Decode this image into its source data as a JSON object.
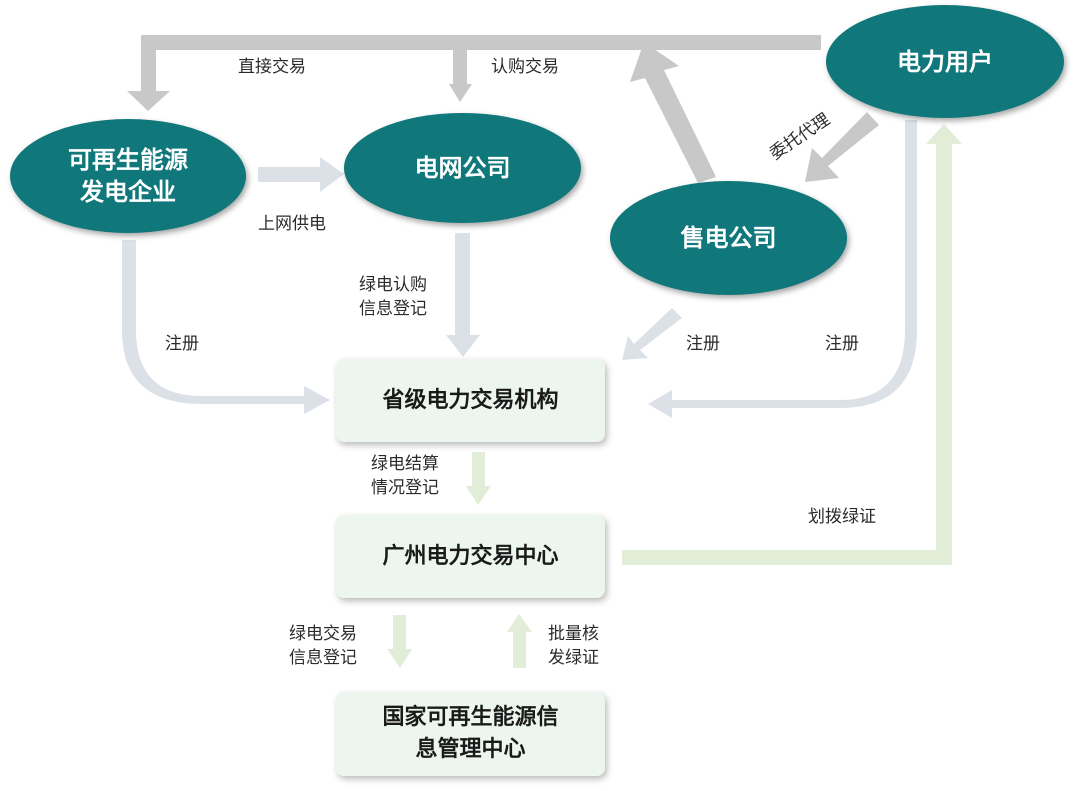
{
  "nodes": {
    "renewable_gen": "可再生能源\n发电企业",
    "grid_company": "电网公司",
    "power_user": "电力用户",
    "retail_company": "售电公司",
    "provincial_exchange": "省级电力交易机构",
    "guangzhou_center": "广州电力交易中心",
    "national_center": "国家可再生能源信\n息管理中心"
  },
  "edge_labels": {
    "direct_trade": "直接交易",
    "subscribe_trade": "认购交易",
    "grid_supply": "上网供电",
    "entrust_agent": "委托代理",
    "green_subscribe_register": "绿电认购\n信息登记",
    "register_gen": "注册",
    "register_retail": "注册",
    "register_user": "注册",
    "settlement_register": "绿电结算\n情况登记",
    "allocate_cert": "划拨绿证",
    "trade_info_register": "绿电交易\n信息登记",
    "batch_issue_cert": "批量核\n发绿证"
  },
  "colors": {
    "node_fill": "#10777b",
    "box_fill": "#edf6ee",
    "arrow_gray": "#c8c8c8",
    "arrow_light_blue": "#dce1e8",
    "arrow_light_green": "#e1edd6"
  }
}
